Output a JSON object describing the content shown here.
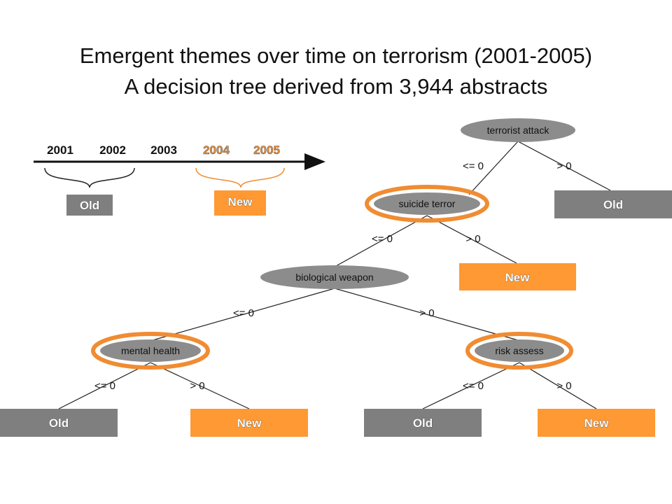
{
  "title_line1": "Emergent themes over time on terrorism (2001-2005)",
  "title_line2": "A decision tree derived from 3,944 abstracts",
  "timeline": {
    "years": [
      "2001",
      "2002",
      "2003",
      "2004",
      "2005"
    ],
    "old_label": "Old",
    "new_label": "New"
  },
  "tree": {
    "root": "terrorist attack",
    "node_suicide": "suicide terror",
    "node_bio": "biological weapon",
    "node_mental": "mental health",
    "node_risk": "risk assess",
    "le": "<= 0",
    "gt": "> 0",
    "leaf_old": "Old",
    "leaf_new": "New"
  },
  "colors": {
    "old": "#7f7f7f",
    "new": "#ff9933",
    "node": "#8c8c8c",
    "highlight": "#f08c32",
    "year_new": "#f08c32"
  }
}
